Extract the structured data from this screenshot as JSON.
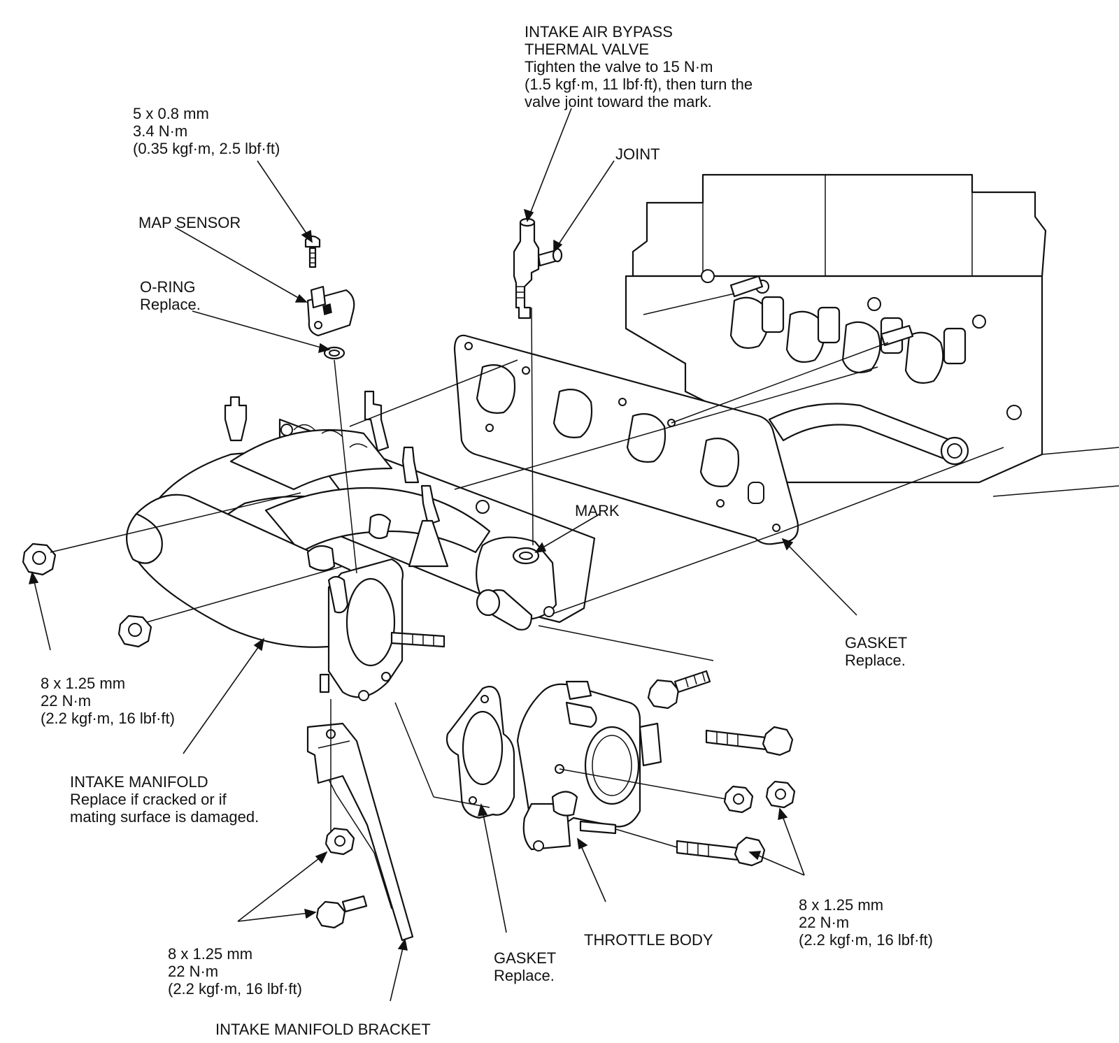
{
  "labels": {
    "bypass_valve": {
      "line1": "INTAKE AIR BYPASS",
      "line2": "THERMAL VALVE",
      "line3": "Tighten the valve to 15 N·m",
      "line4": "(1.5 kgf·m, 11 lbf·ft), then turn the",
      "line5": "valve joint toward the mark."
    },
    "map_screw_spec": {
      "line1": "5 x 0.8 mm",
      "line2": "3.4 N·m",
      "line3": "(0.35 kgf·m, 2.5 lbf·ft)"
    },
    "joint": "JOINT",
    "map_sensor": "MAP SENSOR",
    "o_ring": {
      "line1": "O-RING",
      "line2": "Replace."
    },
    "mark": "MARK",
    "manifold_gasket": {
      "line1": "GASKET",
      "line2": "Replace."
    },
    "left_nut_spec": {
      "line1": "8 x 1.25 mm",
      "line2": "22 N·m",
      "line3": "(2.2 kgf·m, 16 lbf·ft)"
    },
    "intake_manifold": {
      "line1": "INTAKE MANIFOLD",
      "line2": "Replace if cracked or if",
      "line3": "mating surface is damaged."
    },
    "bracket_bolt_spec": {
      "line1": "8 x 1.25 mm",
      "line2": "22 N·m",
      "line3": "(2.2 kgf·m, 16 lbf·ft)"
    },
    "throttle_gasket": {
      "line1": "GASKET",
      "line2": "Replace."
    },
    "throttle_body": "THROTTLE BODY",
    "throttle_bolt_spec": {
      "line1": "8 x 1.25 mm",
      "line2": "22 N·m",
      "line3": "(2.2 kgf·m, 16 lbf·ft)"
    },
    "manifold_bracket": "INTAKE MANIFOLD BRACKET"
  }
}
